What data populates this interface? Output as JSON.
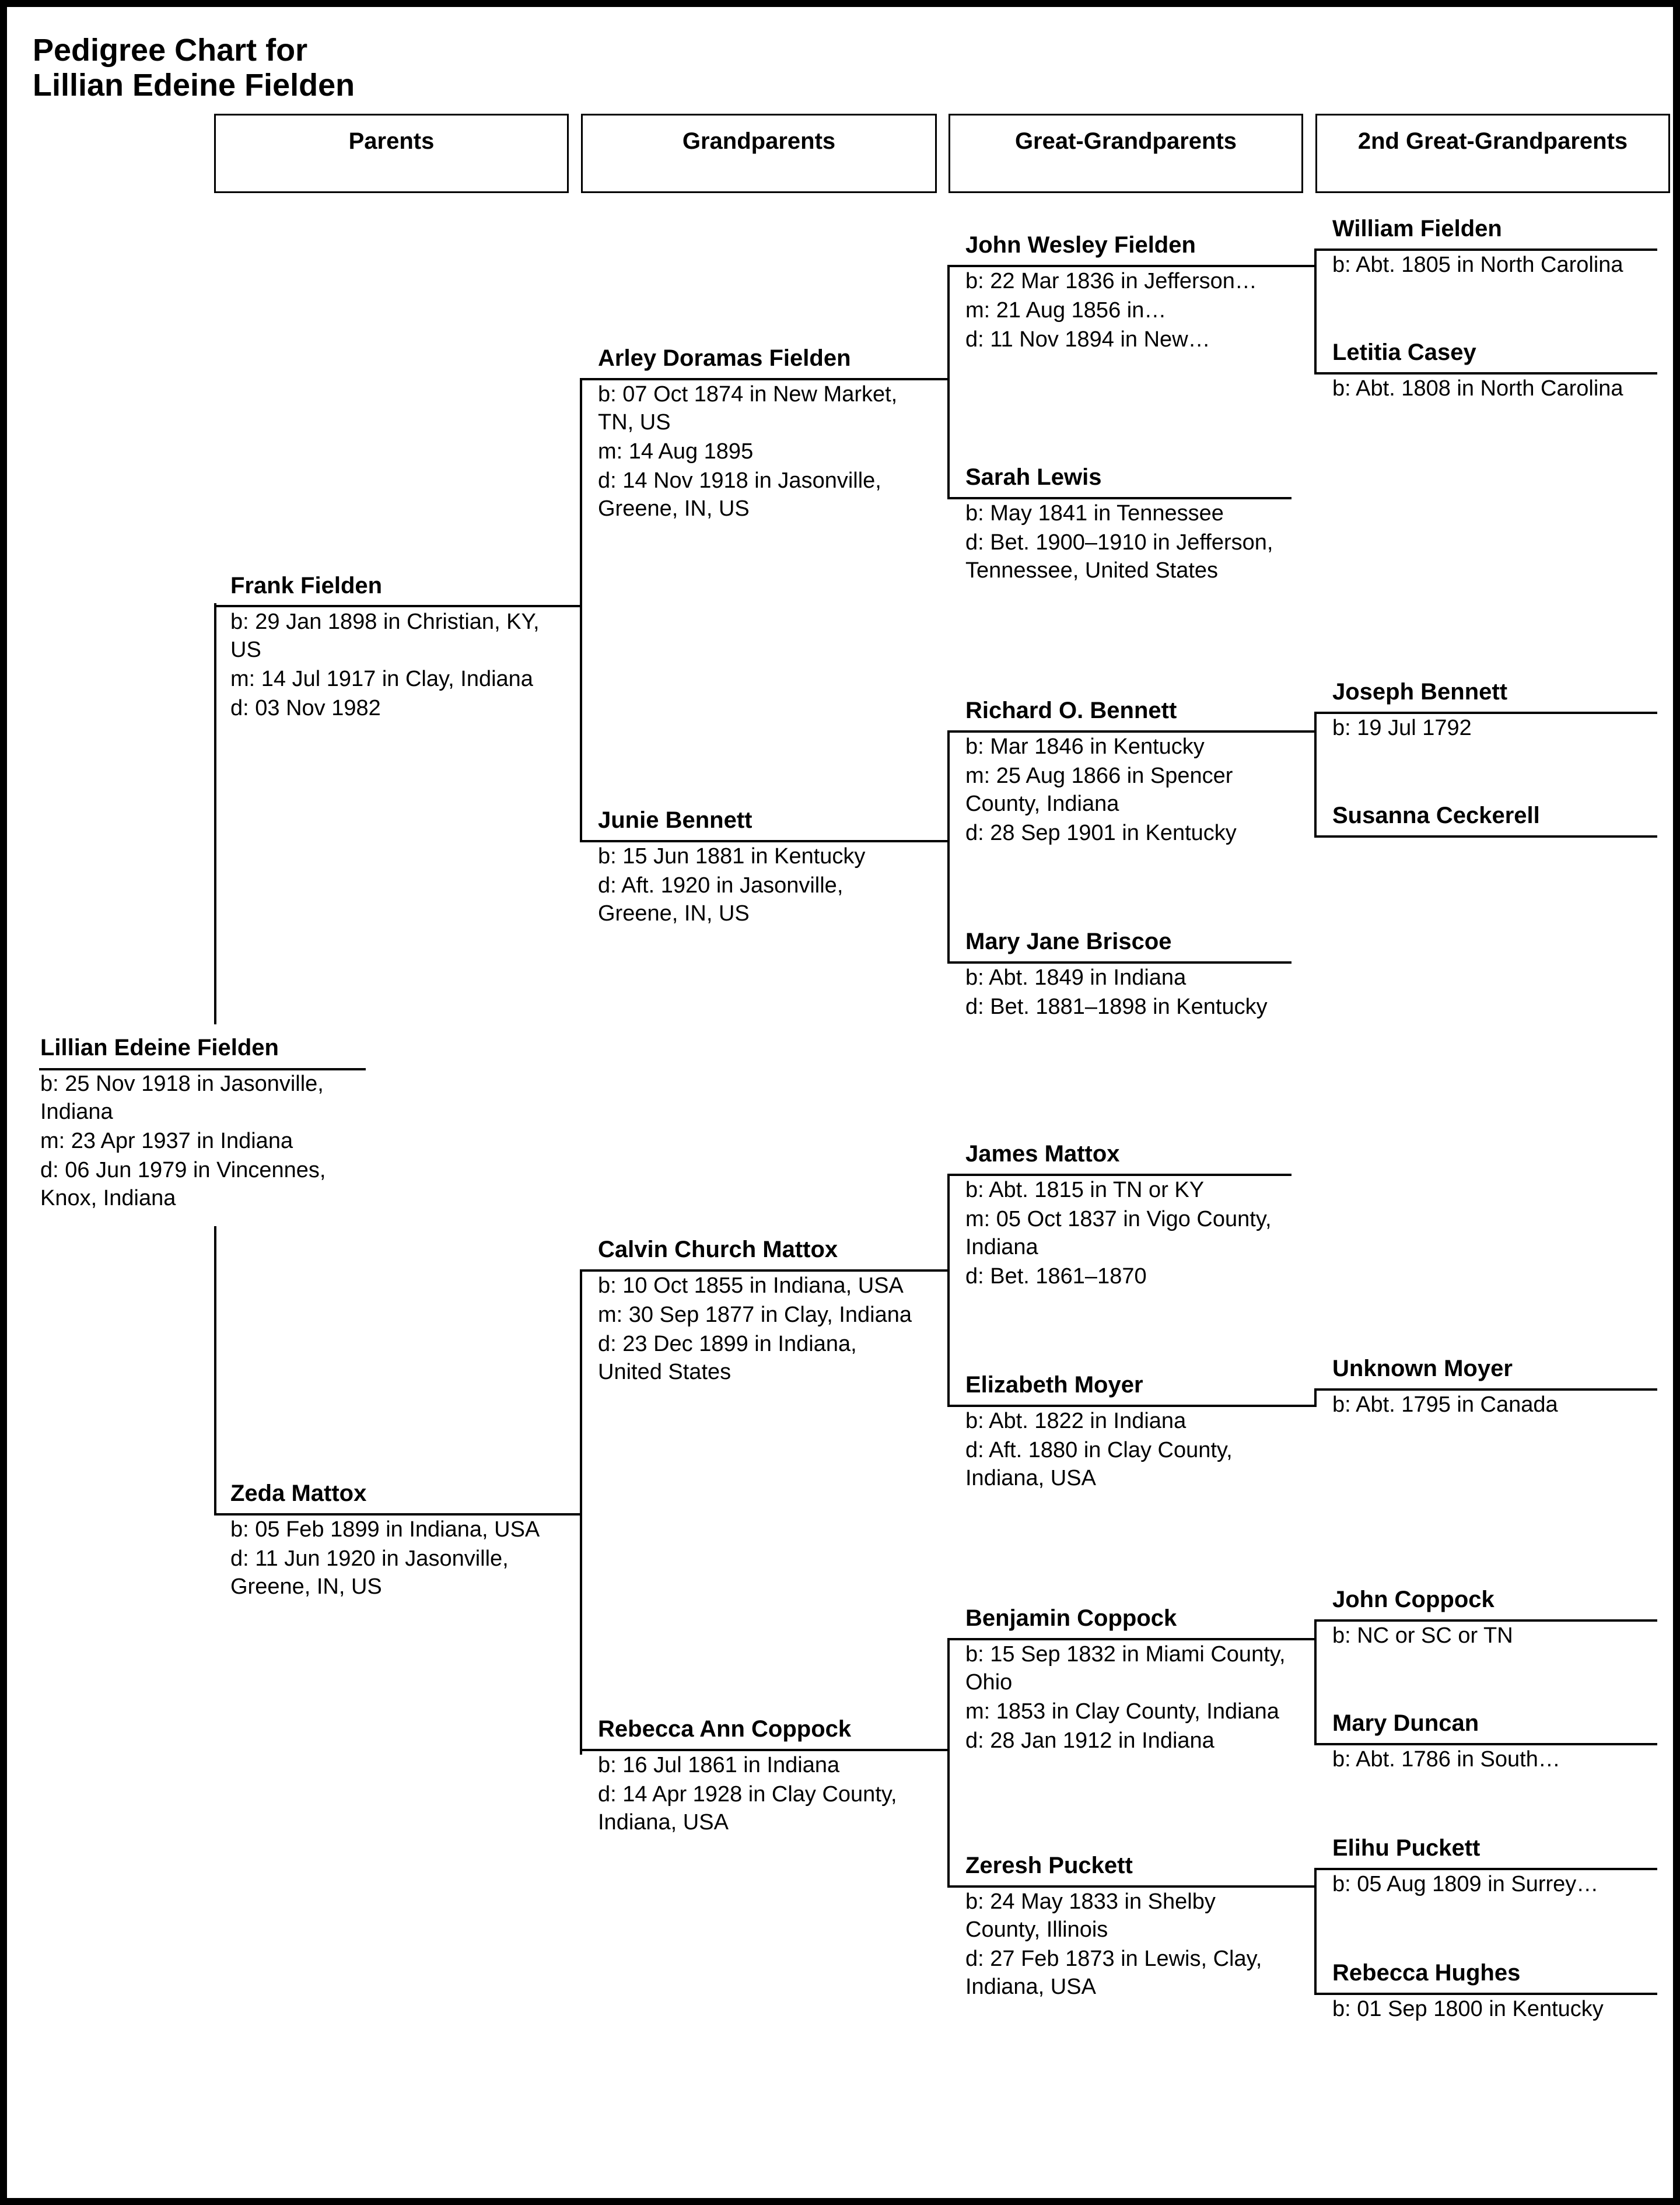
{
  "title": {
    "line1": "Pedigree Chart for",
    "line2": "Lillian Edeine Fielden"
  },
  "headers": [
    "Parents",
    "Grandparents",
    "Great-Grandparents",
    "2nd Great-Grandparents"
  ],
  "people": {
    "root": {
      "name": "Lillian Edeine Fielden",
      "facts": [
        "b: 25 Nov 1918 in Jasonville, Indiana",
        "m: 23 Apr 1937 in Indiana",
        "d: 06 Jun 1979 in Vincennes, Knox, Indiana"
      ]
    },
    "father": {
      "name": "Frank Fielden",
      "facts": [
        "b: 29 Jan 1898 in Christian, KY, US",
        "m: 14 Jul 1917 in Clay, Indiana",
        "d: 03 Nov 1982"
      ]
    },
    "mother": {
      "name": "Zeda Mattox",
      "facts": [
        "b: 05 Feb 1899 in Indiana, USA",
        "d: 11 Jun 1920 in Jasonville, Greene, IN, US"
      ]
    },
    "ff": {
      "name": "Arley Doramas Fielden",
      "facts": [
        "b: 07 Oct 1874 in New Market, TN, US",
        "m: 14 Aug 1895",
        "d: 14 Nov 1918 in Jasonville, Greene, IN, US"
      ]
    },
    "fm": {
      "name": "Junie Bennett",
      "facts": [
        "b: 15 Jun 1881 in Kentucky",
        "d: Aft. 1920 in Jasonville, Greene, IN, US"
      ]
    },
    "mf": {
      "name": "Calvin Church Mattox",
      "facts": [
        "b: 10 Oct 1855 in Indiana, USA",
        "m: 30 Sep 1877 in Clay, Indiana",
        "d: 23 Dec 1899 in Indiana, United States"
      ]
    },
    "mm": {
      "name": "Rebecca Ann Coppock",
      "facts": [
        "b: 16 Jul 1861 in Indiana",
        "d: 14 Apr 1928 in Clay County, Indiana, USA"
      ]
    },
    "fff": {
      "name": "John Wesley Fielden",
      "facts": [
        "b: 22 Mar 1836 in Jefferson…",
        "m: 21 Aug 1856 in…",
        "d: 11 Nov 1894 in New…"
      ]
    },
    "ffm": {
      "name": "Sarah Lewis",
      "facts": [
        "b: May 1841 in Tennessee",
        "d: Bet. 1900–1910 in Jefferson, Tennessee, United States"
      ]
    },
    "fmf": {
      "name": "Richard O. Bennett",
      "facts": [
        "b: Mar 1846 in Kentucky",
        "m: 25 Aug 1866 in Spencer County, Indiana",
        "d: 28 Sep 1901 in Kentucky"
      ]
    },
    "fmm": {
      "name": "Mary Jane Briscoe",
      "facts": [
        "b: Abt. 1849 in Indiana",
        "d: Bet. 1881–1898 in Kentucky"
      ]
    },
    "mff": {
      "name": "James Mattox",
      "facts": [
        "b: Abt. 1815 in TN or KY",
        "m: 05 Oct 1837 in Vigo County, Indiana",
        "d: Bet. 1861–1870"
      ]
    },
    "mfm": {
      "name": "Elizabeth Moyer",
      "facts": [
        "b: Abt. 1822 in Indiana",
        "d: Aft. 1880 in Clay County, Indiana, USA"
      ]
    },
    "mmf": {
      "name": "Benjamin Coppock",
      "facts": [
        "b: 15 Sep 1832 in Miami County, Ohio",
        "m: 1853 in Clay County, Indiana",
        "d: 28 Jan 1912 in Indiana"
      ]
    },
    "mmm": {
      "name": "Zeresh Puckett",
      "facts": [
        "b: 24 May 1833 in Shelby County, Illinois",
        "d: 27 Feb 1873 in Lewis, Clay, Indiana, USA"
      ]
    },
    "ffff": {
      "name": "William Fielden",
      "facts": [
        "b: Abt. 1805 in North Carolina"
      ]
    },
    "fffm": {
      "name": "Letitia Casey",
      "facts": [
        "b: Abt. 1808 in North Carolina"
      ]
    },
    "fmff": {
      "name": "Joseph Bennett",
      "facts": [
        "b: 19 Jul 1792"
      ]
    },
    "fmfm": {
      "name": "Susanna Ceckerell",
      "facts": []
    },
    "mfmm": {
      "name": "Unknown Moyer",
      "facts": [
        "b: Abt. 1795 in Canada"
      ]
    },
    "mmff": {
      "name": "John Coppock",
      "facts": [
        "b: NC or SC or TN"
      ]
    },
    "mmfm": {
      "name": "Mary Duncan",
      "facts": [
        "b: Abt. 1786 in South…"
      ]
    },
    "mmmf": {
      "name": "Elihu Puckett",
      "facts": [
        "b: 05 Aug 1809 in Surrey…"
      ]
    },
    "mmmm": {
      "name": "Rebecca Hughes",
      "facts": [
        "b: 01 Sep 1800 in Kentucky"
      ]
    }
  }
}
